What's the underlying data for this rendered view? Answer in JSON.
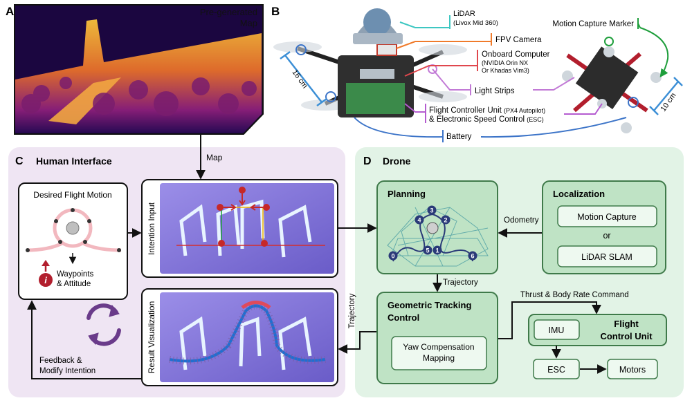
{
  "panelA": {
    "letter": "A",
    "title_line1": "Pre-generated",
    "title_line2": "Map"
  },
  "panelB": {
    "letter": "B",
    "labels": {
      "lidar": "LiDAR",
      "lidar_model": "(Livox Mid 360)",
      "fpv": "FPV Camera",
      "onboard": "Onboard Computer",
      "onboard_model1": "(NVIDIA Orin NX",
      "onboard_model2": "Or Khadas Vim3)",
      "light": "Light Strips",
      "fcu1": "Flight Controller Unit",
      "fcu1_detail": "(PX4 Autopilot)",
      "fcu2": "& Electronic Speed Control",
      "fcu2_detail": "(ESC)",
      "battery": "Battery",
      "mocap": "Motion Capture Marker",
      "dim_left": "16 cm",
      "dim_right": "10 cm"
    }
  },
  "panelC": {
    "letter": "C",
    "title": "Human Interface",
    "desired_title": "Desired Flight Motion",
    "waypoints1": "Waypoints",
    "waypoints2": "& Attitude",
    "info_glyph": "i",
    "intention_label": "Intention Input",
    "result_label": "Result  Visualization",
    "feedback1": "Feedback &",
    "feedback2": "Modify Intention"
  },
  "panelD": {
    "letter": "D",
    "title": "Drone",
    "planning": "Planning",
    "localization": "Localization",
    "motion_capture": "Motion Capture",
    "or": "or",
    "lidar_slam": "LiDAR SLAM",
    "geo1": "Geometric Tracking",
    "geo2": "Control",
    "yaw1": "Yaw Compensation",
    "yaw2": "Mapping",
    "fcu1": "Flight",
    "fcu2": "Control Unit",
    "imu": "IMU",
    "esc": "ESC",
    "motors": "Motors",
    "waypoint_numbers": [
      "0",
      "1",
      "2",
      "3",
      "4",
      "5",
      "6"
    ]
  },
  "arrows": {
    "map": "Map",
    "odometry": "Odometry",
    "trajectory_down": "Trajectory",
    "trajectory_side": "Trajectory",
    "thrust": "Thrust & Body Rate Command"
  },
  "colors": {
    "panelC_bg": "#efe5f3",
    "panelD_bg": "#e2f3e6",
    "green_box": "#bfe3c5",
    "green_border": "#3f7a4a",
    "node_blue": "#2a3a78",
    "purple_icon": "#6a3b8a",
    "lidar_line": "#3ec7c2",
    "fpv_line": "#f07b2b",
    "onboard_line": "#e0474d",
    "light_line": "#c27ad6",
    "fcu_line": "#b45bd0",
    "battery_line": "#3c74c8",
    "mocap_line": "#1e9e3b"
  }
}
